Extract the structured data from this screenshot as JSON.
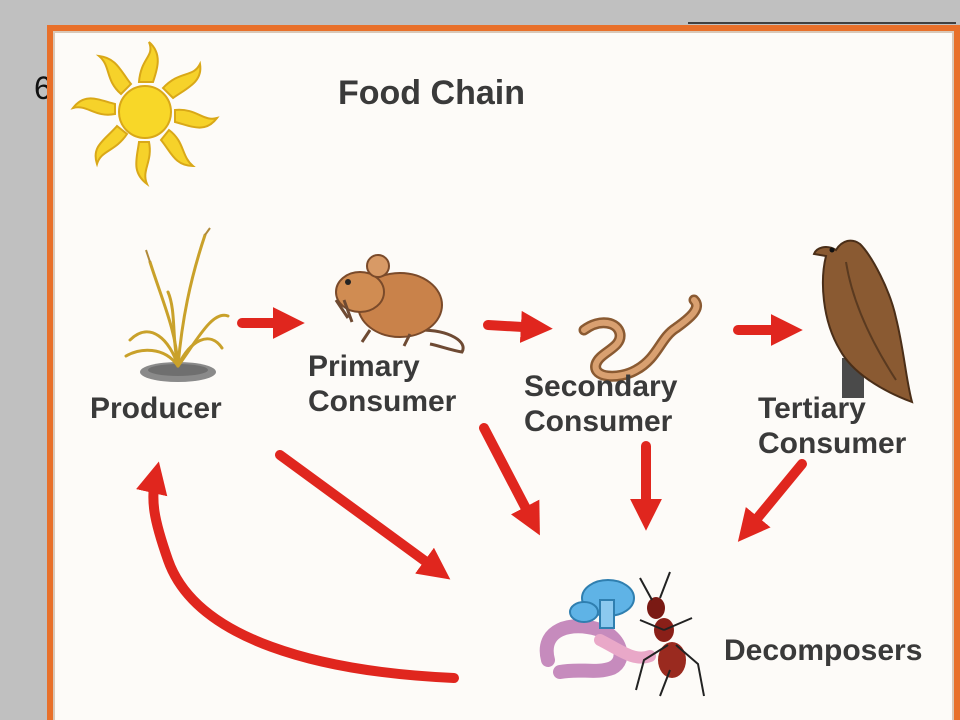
{
  "slide": {
    "number": "6"
  },
  "diagram": {
    "title": "Food Chain",
    "nodes": {
      "producer": "Producer",
      "primary": "Primary\nConsumer",
      "secondary": "Secondary\nConsumer",
      "tertiary": "Tertiary\nConsumer",
      "decomposers": "Decomposers"
    },
    "icons": {
      "sun": "sun-icon",
      "grass": "grass-icon",
      "mouse": "mouse-icon",
      "snake": "snake-icon",
      "hawk": "hawk-icon",
      "decomposers": "decomposers-icon"
    }
  },
  "colors": {
    "frame_border": "#e8702a",
    "arrow": "#e0261e",
    "slide_background": "#c0c0c0"
  }
}
